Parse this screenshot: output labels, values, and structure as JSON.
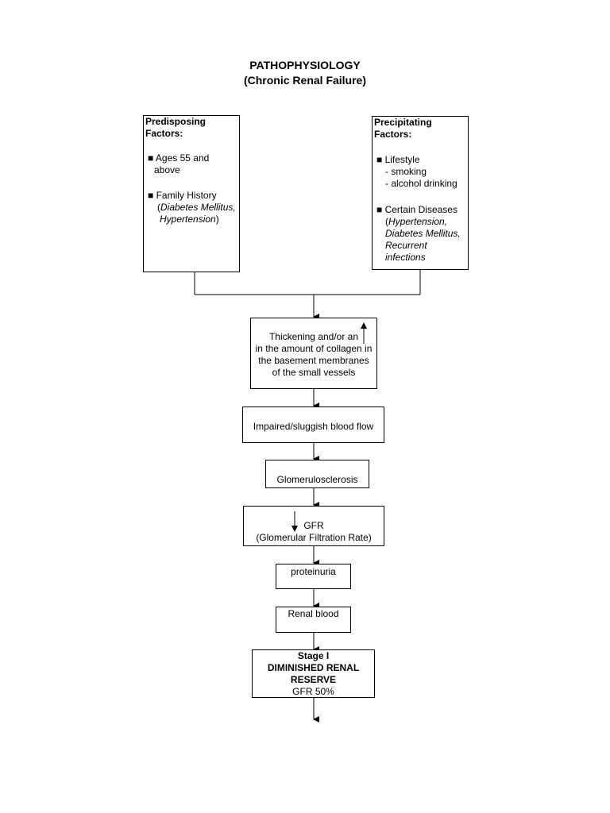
{
  "title": {
    "line1": "PATHOPHYSIOLOGY",
    "line2": "(Chronic Renal Failure)"
  },
  "predisposing": {
    "heading_1": "Predisposing",
    "heading_2": "Factors:",
    "bullet": "■",
    "item1_a": "Ages 55 and",
    "item1_b": "above",
    "item2_a": "Family History",
    "item2_b_open": "(",
    "item2_b_italic": "Diabetes Mellitus,",
    "item2_c_italic": "Hypertension",
    "item2_c_close": ")"
  },
  "precipitating": {
    "heading_1": "Precipitating",
    "heading_2": "Factors:",
    "bullet": "■",
    "item1": "Lifestyle",
    "item1_sub1": "- smoking",
    "item1_sub2": "- alcohol drinking",
    "item2": "Certain Diseases",
    "item2_b_open": "(",
    "item2_b_italic": "Hypertension,",
    "item2_c_italic": "Diabetes Mellitus,",
    "item2_d_italic": "Recurrent",
    "item2_e_italic": "infections"
  },
  "steps": {
    "thickening_1": "Thickening and/or an",
    "thickening_2": "in the amount of collagen in",
    "thickening_3": "the basement membranes",
    "thickening_4": "of the small vessels",
    "blood_flow": "Impaired/sluggish blood flow",
    "glomerulosclerosis": "Glomerulosclerosis",
    "gfr_1": "GFR",
    "gfr_2": "(Glomerular Filtration Rate)",
    "proteinuria": "proteinuria",
    "renal_blood": "Renal blood",
    "stage_1": "Stage I",
    "stage_2": "DIMINISHED RENAL",
    "stage_3": "RESERVE",
    "stage_4": "GFR 50%"
  }
}
